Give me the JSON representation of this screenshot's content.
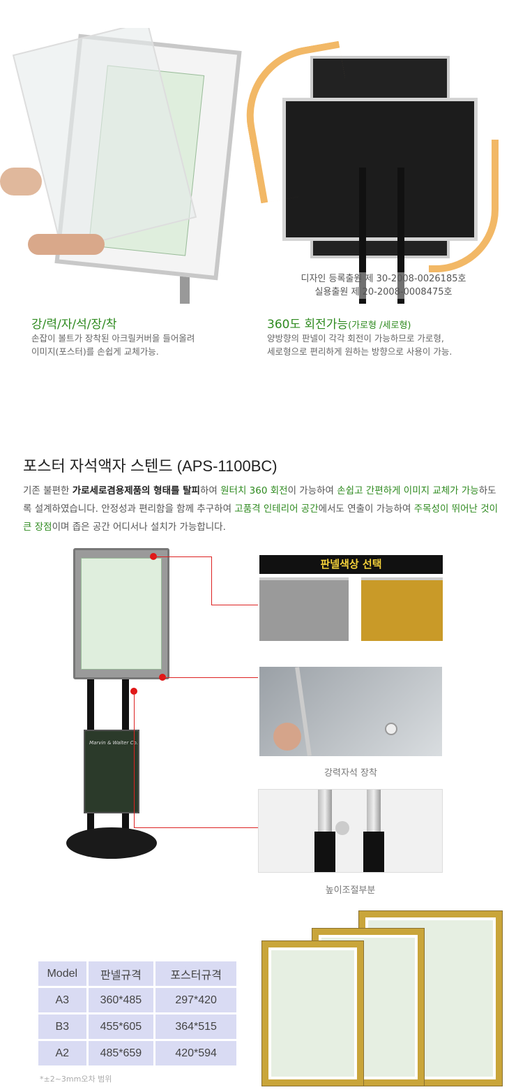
{
  "top_features": {
    "left": {
      "title": "강/력/자/석/장/착",
      "lines": [
        "손잡이 볼트가 장착된  아크릴커버을 들어올려",
        "이미지(포스터)를 손쉽게 교체가능."
      ]
    },
    "right": {
      "title_main": "360도 회전가능",
      "title_sub": "(가로형 /세로형)",
      "lines": [
        "양방향의 판넬이 각각 회전이 가능하므로 가로형,",
        "세로형으로 편리하게 원하는 방향으로 사용이 가능."
      ]
    },
    "patents": [
      "디자인 등록출원 제 30-2008-0026185호",
      "실용출원 제 20-2008-0008475호"
    ]
  },
  "product": {
    "title": "포스터 자석액자 스텐드 (APS-1100BC)",
    "desc": {
      "s1": "기존 불편한 ",
      "s2": "가로세로겸용제품의 형태를  탈피",
      "s3": "하여 ",
      "s4": "원터치 360 회전",
      "s5": "이 가능하여 ",
      "s6": "손쉽고 간편하게 이미지 교체가 가능",
      "s7": "하도록 설계하였습니다. 안정성과 편리함을 함께  추구하여 ",
      "s8": "고품격 인테리어 공간",
      "s9": "에서도 연출이 가능하여 ",
      "s10": "주목성이 뛰어난 것이 큰 장점",
      "s11": "이며  좁은 공간 어디서나 설치가 가능합니다."
    }
  },
  "details": {
    "color_header": "판넬색상 선택",
    "magnet_caption": "강력자석 장착",
    "height_caption": "높이조절부분",
    "book_text": "Marvin & Walter Co."
  },
  "spec_table": {
    "headers": [
      "Model",
      "판넬규격",
      "포스터규격"
    ],
    "rows": [
      [
        "A3",
        "360*485",
        "297*420"
      ],
      [
        "B3",
        "455*605",
        "364*515"
      ],
      [
        "A2",
        "485*659",
        "420*594"
      ]
    ],
    "note": "*±2~3mm오차 범위"
  },
  "colors": {
    "accent_green": "#2e8a1f",
    "marker_red": "#e01818",
    "table_cell": "#d9dbf3",
    "frame_gold": "#c9a53a"
  }
}
